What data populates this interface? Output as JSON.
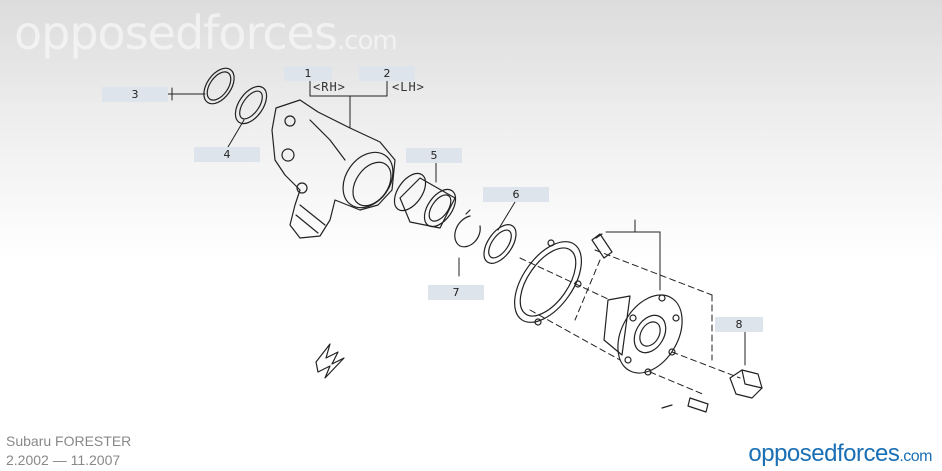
{
  "watermark": {
    "name": "opposedforces",
    "tld": ".com"
  },
  "callouts": [
    {
      "id": "1",
      "label": "1"
    },
    {
      "id": "2",
      "label": "2"
    },
    {
      "id": "3",
      "label": "3"
    },
    {
      "id": "4",
      "label": "4"
    },
    {
      "id": "5",
      "label": "5"
    },
    {
      "id": "6",
      "label": "6"
    },
    {
      "id": "7",
      "label": "7"
    },
    {
      "id": "8",
      "label": "8"
    }
  ],
  "side_labels": {
    "rh": "<RH>",
    "lh": "<LH>"
  },
  "footer": {
    "model": "Subaru FORESTER",
    "years": "2.2002 — 11.2007"
  },
  "brand": {
    "part1": "opposed",
    "part2": "forces",
    "tld": ".com"
  }
}
